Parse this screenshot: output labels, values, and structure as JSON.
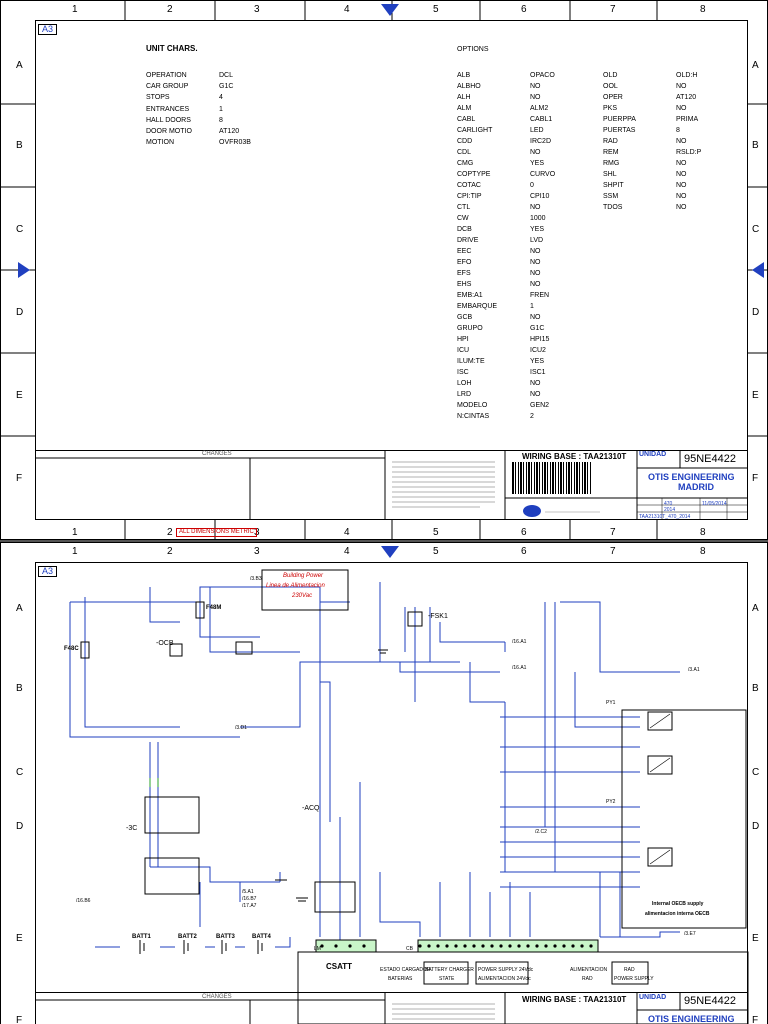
{
  "grid": {
    "columns": [
      "1",
      "2",
      "3",
      "4",
      "5",
      "6",
      "7",
      "8"
    ],
    "rows": [
      "A",
      "B",
      "C",
      "D",
      "E",
      "F"
    ],
    "sheet_size": "A3"
  },
  "page1": {
    "unit_chars_title": "UNIT CHARS.",
    "options_title": "OPTIONS",
    "unit_chars": [
      {
        "k": "OPERATION",
        "v": "DCL"
      },
      {
        "k": "CAR GROUP",
        "v": "G1C"
      },
      {
        "k": "STOPS",
        "v": "4"
      },
      {
        "k": "ENTRANCES",
        "v": "1"
      },
      {
        "k": "HALL DOORS",
        "v": "8"
      },
      {
        "k": "DOOR MOTIO",
        "v": "AT120"
      },
      {
        "k": "MOTION",
        "v": "OVFR03B"
      }
    ],
    "options_col1": [
      {
        "k": "ALB",
        "v": "OPACO"
      },
      {
        "k": "ALBHO",
        "v": "NO"
      },
      {
        "k": "ALH",
        "v": "NO"
      },
      {
        "k": "ALM",
        "v": "ALM2"
      },
      {
        "k": "CABL",
        "v": "CABL1"
      },
      {
        "k": "CARLIGHT",
        "v": "LED"
      },
      {
        "k": "CDD",
        "v": "IRC2D"
      },
      {
        "k": "CDL",
        "v": "NO"
      },
      {
        "k": "CMG",
        "v": "YES"
      },
      {
        "k": "COPTYPE",
        "v": "CURVO"
      },
      {
        "k": "COTAC",
        "v": "0"
      },
      {
        "k": "CPI:TIP",
        "v": "CPI10"
      },
      {
        "k": "CTL",
        "v": "NO"
      },
      {
        "k": "CW",
        "v": "1000"
      },
      {
        "k": "DCB",
        "v": "YES"
      },
      {
        "k": "DRIVE",
        "v": "LVD"
      },
      {
        "k": "EEC",
        "v": "NO"
      },
      {
        "k": "EFO",
        "v": "NO"
      },
      {
        "k": "EFS",
        "v": "NO"
      },
      {
        "k": "EHS",
        "v": "NO"
      },
      {
        "k": "EMB:A1",
        "v": "FREN"
      },
      {
        "k": "EMBARQUE",
        "v": "1"
      },
      {
        "k": "GCB",
        "v": "NO"
      },
      {
        "k": "GRUPO",
        "v": "G1C"
      },
      {
        "k": "HPI",
        "v": "HPI15"
      },
      {
        "k": "ICU",
        "v": "ICU2"
      },
      {
        "k": "ILUM:TE",
        "v": "YES"
      },
      {
        "k": "ISC",
        "v": "ISC1"
      },
      {
        "k": "LOH",
        "v": "NO"
      },
      {
        "k": "LRD",
        "v": "NO"
      },
      {
        "k": "MODELO",
        "v": "GEN2"
      },
      {
        "k": "N:CINTAS",
        "v": "2"
      }
    ],
    "options_col2": [
      {
        "k": "OLD",
        "v": "OLD:H"
      },
      {
        "k": "OOL",
        "v": "NO"
      },
      {
        "k": "OPER",
        "v": "AT120"
      },
      {
        "k": "PKS",
        "v": "NO"
      },
      {
        "k": "PUERPPA",
        "v": "PRIMA"
      },
      {
        "k": "PUERTAS",
        "v": "8"
      },
      {
        "k": "RAD",
        "v": "NO"
      },
      {
        "k": "REM",
        "v": "RSLD:P"
      },
      {
        "k": "RMG",
        "v": "NO"
      },
      {
        "k": "SHL",
        "v": "NO"
      },
      {
        "k": "SHPIT",
        "v": "NO"
      },
      {
        "k": "SSM",
        "v": "NO"
      },
      {
        "k": "TDOS",
        "v": "NO"
      }
    ],
    "changes_label": "CHANGES",
    "wiring_base": "WIRING BASE : TAA21310T",
    "unidad_label": "UNIDAD",
    "unidad_value": "95NE4422",
    "company_line1": "OTIS ENGINEERING",
    "company_line2": "MADRID",
    "all_dims": "ALL DIMENSIONS METRIC",
    "doc_code": "TAA21310T_470_2014",
    "small_fields": [
      "470",
      "2014",
      "11/05/2014"
    ]
  },
  "page2": {
    "labels": {
      "building_power": "Building Power",
      "linea_alim": "Linea de Alimentacion",
      "vac": "230Vac",
      "f48m": "F48M",
      "f48c": "F48C",
      "ocb": "-OCB",
      "fsk1": "-FSK1",
      "acq": "-ACQ",
      "c3": "-3C",
      "batt1": "BATT1",
      "batt2": "BATT2",
      "batt3": "BATT3",
      "batt4": "BATT4",
      "csatt": "CSATT",
      "estado": "ESTADO CARGADOR",
      "baterias": "BATERIAS",
      "battery_charger": "BATTERY CHARGER",
      "state": "STATE",
      "power_supply": "POWER SUPPLY 24Vdc",
      "alimentacion": "ALIMENTACION 24Vdc",
      "alim_rad": "ALIMENTACION",
      "rad": "RAD",
      "rad_ps1": "RAD",
      "rad_ps2": "POWER SUPPLY",
      "internal_oecb": "Internal OECB supply",
      "alim_interna": "alimentacion interna OECB",
      "py1": "PY1",
      "py2": "PY2",
      "ref_a1": "/16.A1",
      "ref_a1b": "/16.A1",
      "ref_3a1": "/3.A1",
      "ref_3b3": "/3.B3",
      "ref_3d1": "/3.D1",
      "ref_2c2": "/2.C2",
      "ref_3e7": "/3.E7",
      "ref_5a1": "/5.A1",
      "ref_16b7": "/16.B7",
      "ref_17a7": "/17.A7",
      "ref_16b6": "/16.B6",
      "cb": "CB",
      "lm": "LM"
    },
    "changes_label": "CHANGES",
    "wiring_base": "WIRING BASE : TAA21310T",
    "unidad_label": "UNIDAD",
    "unidad_value": "95NE4422",
    "company_line1": "OTIS ENGINEERING"
  }
}
